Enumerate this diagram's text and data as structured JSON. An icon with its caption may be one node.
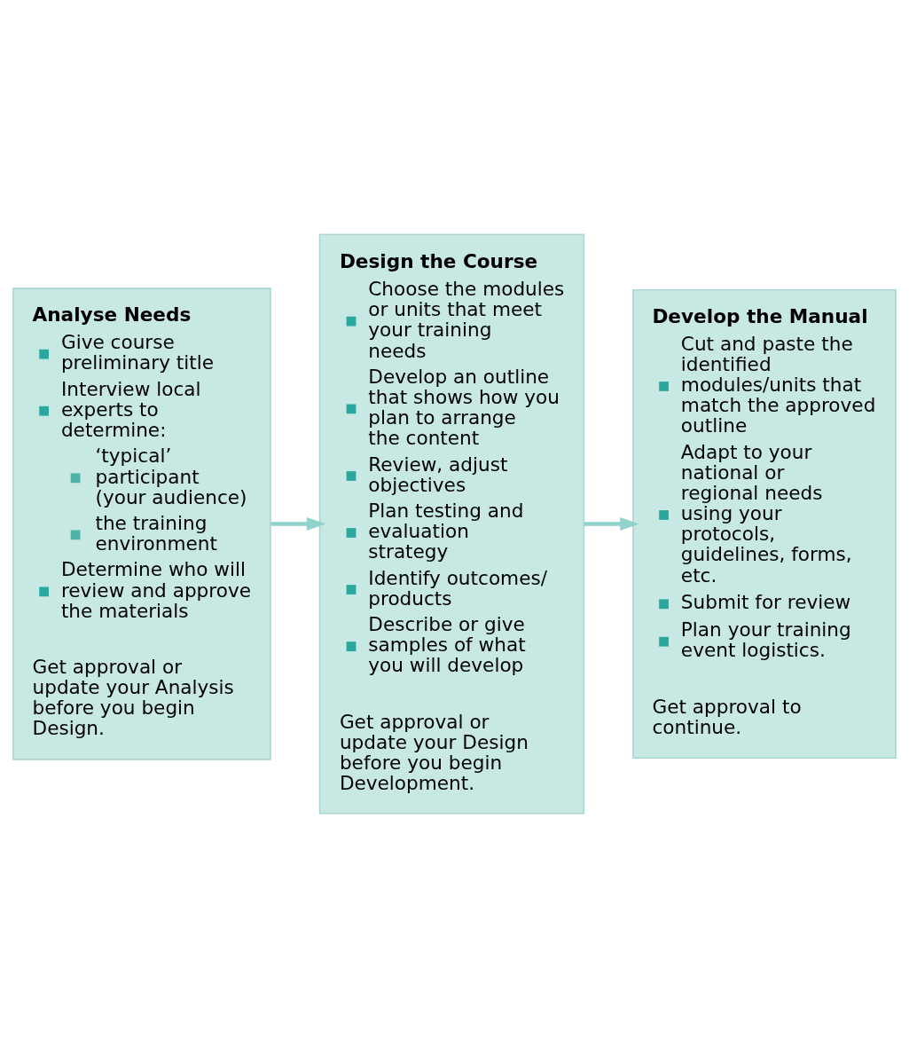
{
  "diagram": {
    "nodes": [
      {
        "text": [
          "Analyse Needs",
          "Give course preliminary title",
          "Interview local experts to determine:",
          "‘typical’ participant (your audience)",
          "the training environment",
          "Determine who will review and approve the materials",
          "Get approval or update your Analysis before you begin Design."
        ]
      },
      {
        "text": [
          "Design the Course",
          "Choose the modules or units that meet your training needs",
          "Develop an outline that shows how you plan to arrange the content",
          "Review, adjust objectives",
          "Plan testing and evaluation strategy",
          "Identify outcomes/ products",
          "Describe or give samples of what you will develop",
          "Get approval or update your Design before you begin Development."
        ]
      },
      {
        "text": [
          "Develop the Manual",
          "Cut and paste the identified modules/units that match the approved outline",
          "Adapt to your national or regional needs using your protocols, guidelines, forms, etc.",
          "Submit for review",
          "Plan your training event logistics.",
          "Get approval to continue."
        ]
      }
    ],
    "edges": [
      {
        "from": 0,
        "to": 1,
        "arrow": "to"
      },
      {
        "from": 1,
        "to": 2,
        "arrow": "to"
      }
    ]
  }
}
